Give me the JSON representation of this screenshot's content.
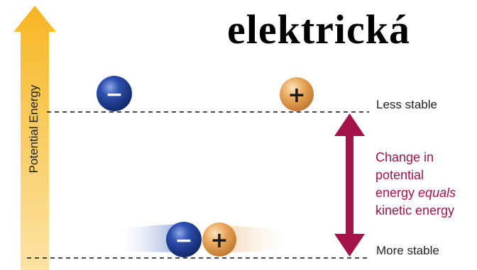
{
  "title": "elektrická",
  "axis_label": "Potential Energy",
  "levels": {
    "top": "Less stable",
    "bottom": "More stable"
  },
  "change_text": {
    "line1": "Change in",
    "line2": "potential",
    "line3_pre": "energy ",
    "line3_em": "equals",
    "line4": "kinetic energy"
  },
  "charges": {
    "negative": "−",
    "positive": "+"
  },
  "colors": {
    "axis_arrow": "#f7b623",
    "negative_charge": "#1f3f8f",
    "positive_charge": "#e3a24f",
    "energy_arrow": "#a3134a"
  }
}
